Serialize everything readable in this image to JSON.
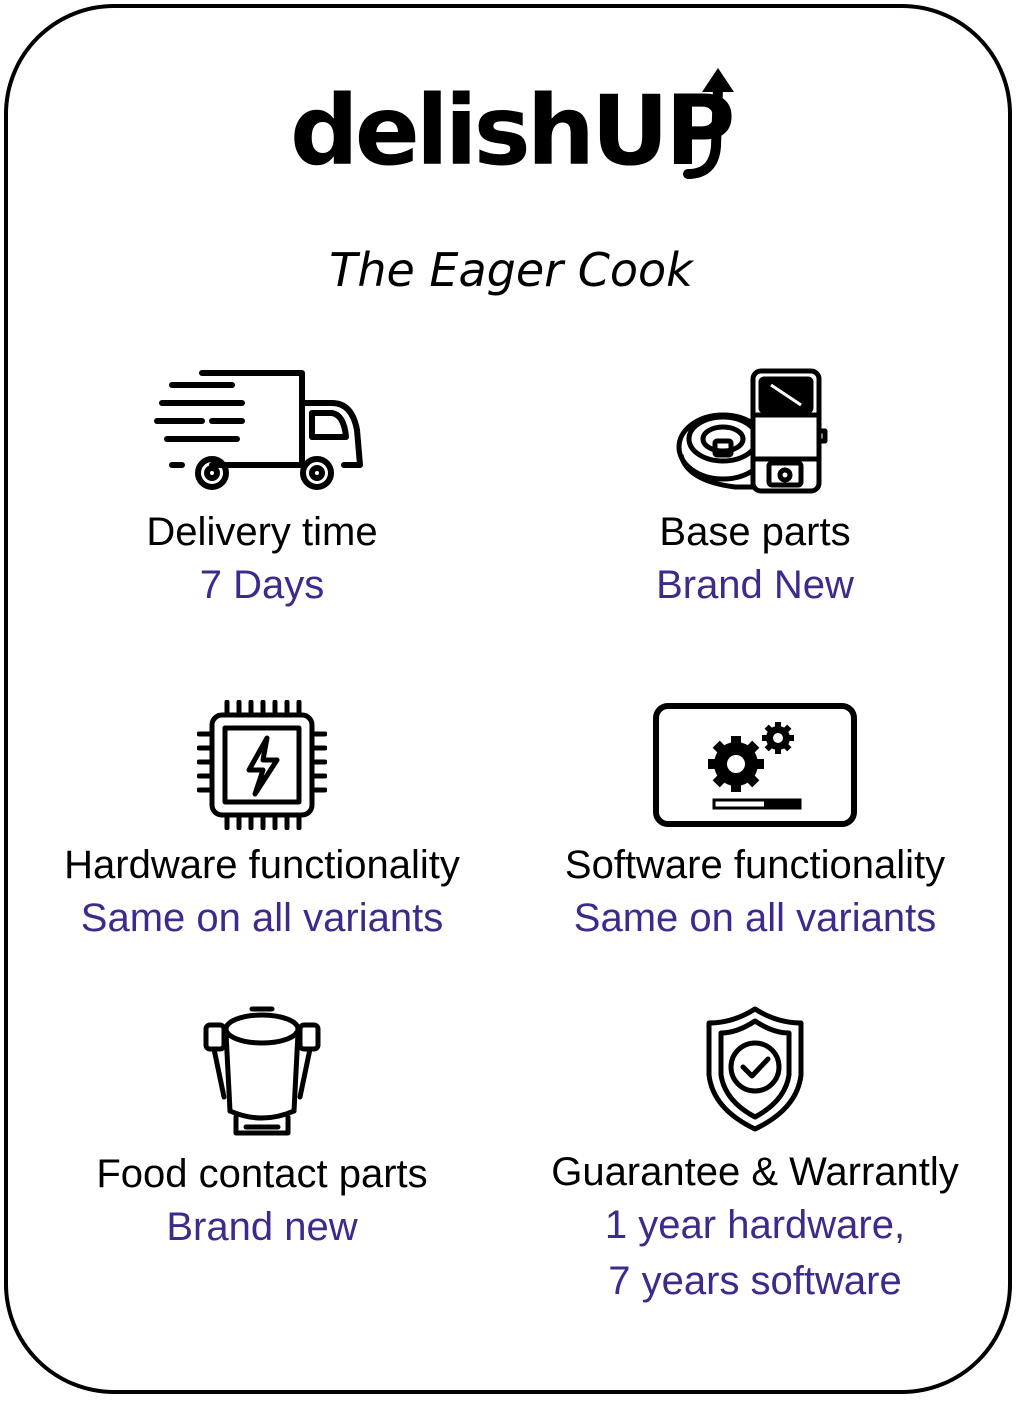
{
  "brand": {
    "logo_text": "delishUP",
    "subtitle": "The Eager Cook"
  },
  "accent_color": "#3d2a8c",
  "features": {
    "delivery": {
      "icon": "delivery-truck-icon",
      "label": "Delivery time",
      "value": "7 Days"
    },
    "base_parts": {
      "icon": "food-processor-base-icon",
      "label": "Base parts",
      "value": "Brand New"
    },
    "hardware": {
      "icon": "chip-lightning-icon",
      "label": "Hardware functionality",
      "value": "Same on all variants"
    },
    "software": {
      "icon": "settings-gears-screen-icon",
      "label": "Software functionality",
      "value": "Same on all variants"
    },
    "food_contact": {
      "icon": "mixing-bowl-icon",
      "label": "Food contact parts",
      "value": "Brand new"
    },
    "guarantee": {
      "icon": "shield-check-icon",
      "label": "Guarantee & Warrantly",
      "value_line1": "1 year hardware,",
      "value_line2": "7 years software"
    }
  }
}
